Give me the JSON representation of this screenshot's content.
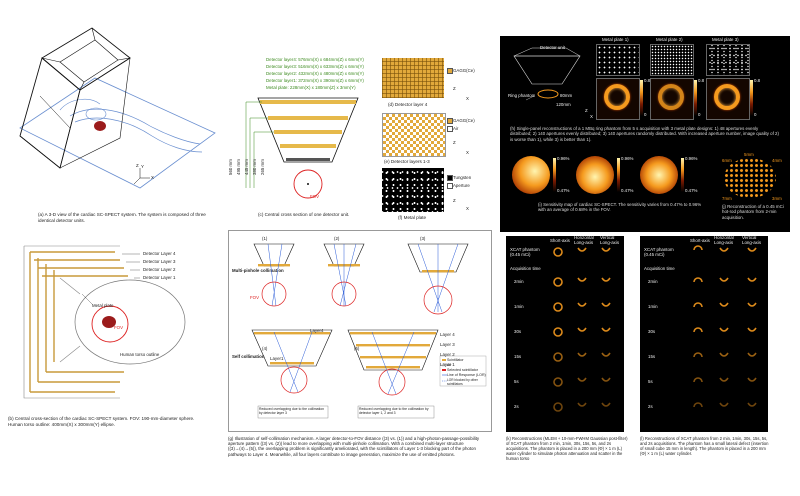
{
  "panel_a": {
    "caption": "(a) A 3-D view of the cardiac SC-SPECT system. The system is composed of three identical detector units.",
    "axes": [
      "Z",
      "Y",
      "X"
    ]
  },
  "panel_b": {
    "labels": [
      "Detector Layer 4",
      "Detector Layer 3",
      "Detector Layer 2",
      "Detector Layer 1",
      "Metal plate",
      "FOV",
      "Human torso outline"
    ],
    "caption": "(b) Central cross-section of the cardiac SC-SPECT system. FOV: 190-mm-diameter sphere. Human torso outline: 400mm(X) x 300mm(Y) ellipse."
  },
  "panel_c": {
    "specs": [
      "Detector layer4: 576mm(X) x 684mm(Z) x 6mm(Y)",
      "Detector layer3: 516mm(X) x 633mm(Z) x 6mm(Y)",
      "Detector layer2: 432mm(X) x 480mm(Z) x 6mm(Y)",
      "Detector layer1: 372mm(X) x 390mm(Z) x 6mm(Y)",
      "Metal plate: 228mm(X) x 180mm(Z) x 3mm(Y)"
    ],
    "dims": [
      "560 mm",
      "495 mm",
      "445 mm",
      "380 mm",
      "265 mm"
    ],
    "fov": "FOV",
    "caption": "(c) Central cross section of one detector unit."
  },
  "panel_d": {
    "caption": "(d) Detector layer 4",
    "legend": "GAGG(Ce)",
    "axes": [
      "Z",
      "X"
    ]
  },
  "panel_e": {
    "caption": "(e) Detector layers 1-3",
    "legend": [
      "GAGG(Ce)",
      "Air"
    ],
    "axes": [
      "Z",
      "X"
    ]
  },
  "panel_f": {
    "caption": "(f) Metal plate",
    "legend": [
      "Tungsten",
      "Aperture"
    ],
    "axes": [
      "Z",
      "X"
    ]
  },
  "panel_g": {
    "row1_label": "Multi-pinhole collimation",
    "row2_label": "Self collimation",
    "nums": [
      "(1)",
      "(2)",
      "(3)",
      "(4)",
      "(5)"
    ],
    "layer_labels": [
      "Layer 4",
      "Layer 3",
      "Layer 2",
      "Layer 1"
    ],
    "layer4_small": "Layer4",
    "layer1_small": "Layer1",
    "fov": "FOV",
    "legend": [
      "Scintillator",
      "Air",
      "Selected scintillator",
      "Line of Response (LOR)",
      "LOR blocked by other scintillators"
    ],
    "note4": "Reduced overlapping due to the collimation by detector layer 3",
    "note5": "Reduced overlapping due to the collimation by detector layer 1, 2 and 3",
    "caption": "(g) Illustration of self-collimation mechanism. A larger detector-to-FOV distance ((3) vs. (1)) and a high-photon-passage-possibility aperture pattern ((3) vs. (2)) lead to more overlapping with multi-pinhole collimation. With a combined multi-layer structure ((3)→(4)→(5)), the overlapping problem is significantly ameliorated, with the scintillators of Layer 1-3 blocking part of the photon pathways to Layer 4. Meanwhile, all four layers contribute to image generation, maximize the use of emitted photons."
  },
  "panel_h": {
    "detector_label": "Detector unit",
    "phantom_label": "Ring phantom",
    "dims": [
      "80mm",
      "120mm"
    ],
    "titles": [
      "Metal plate 1)",
      "Metal plate 2)",
      "Metal plate 3)"
    ],
    "scale": [
      "0.8",
      "0"
    ],
    "axes": [
      "Z",
      "X"
    ],
    "caption": "(h) Single-panel reconstructions of a 1 MBq ring phantom from 5 s acquisition with 3 metal plate designs: 1) 48 apertures evenly distributed; 2) 140 apertures evenly distributed; 3) 140 apertures randomly distributed. With increased aperture number, image quality of 2) is worse than 1), while 3) is better than 1)."
  },
  "panel_i": {
    "scale": [
      "0.96%",
      "0.47%"
    ],
    "caption": "(i) Sensitivity map of cardiac SC-SPECT. The sensitivity varies from 0.47% to 0.96% with an average of 0.68% in the FOV."
  },
  "panel_j": {
    "labels": [
      "5mm",
      "6mm",
      "4mm",
      "7mm",
      "3mm"
    ],
    "caption": "(j) Reconstruction of a 0.45 mCi hot-rod phantom from 2-min acquisition."
  },
  "panel_k": {
    "headers": [
      "Short-axis",
      "Horizontal Long-axis",
      "Vertical Long-axis"
    ],
    "phantom": "XCAT phantom (0.45 mCi)",
    "acq_label": "Acquisition time",
    "times": [
      "2min",
      "1min",
      "30s",
      "15s",
      "5s",
      "2s"
    ],
    "caption": "(k) Reconstructions (MLEM + 10-mm-FWHM Gaussian post-filter) of XCAT phantom from 2 min, 1min, 30s, 15s, 5s, and 2s acquisitions. The phantom is placed in a 200 mm (Φ) × 1 m (L) water cylinder to simulate photon attenuation and scatter in the human torso"
  },
  "panel_l": {
    "headers": [
      "Short-axis",
      "Horizontal Long-axis",
      "Vertical Long-axis"
    ],
    "phantom": "XCAT phantom (0.45 mCi)",
    "acq_label": "Acquisition time",
    "times": [
      "2min",
      "1min",
      "30s",
      "15s",
      "5s",
      "2s"
    ],
    "caption": "(l) Reconstructions of XCAT phantom from 2 min, 1min, 30s, 15s, 5s, and 2s acquisitions. The phantom has a small lateral defect (insertion of small cube 15 mm in length). The phantom is placed in a 200 mm (Φ) × 1 m (L) water cylinder."
  }
}
